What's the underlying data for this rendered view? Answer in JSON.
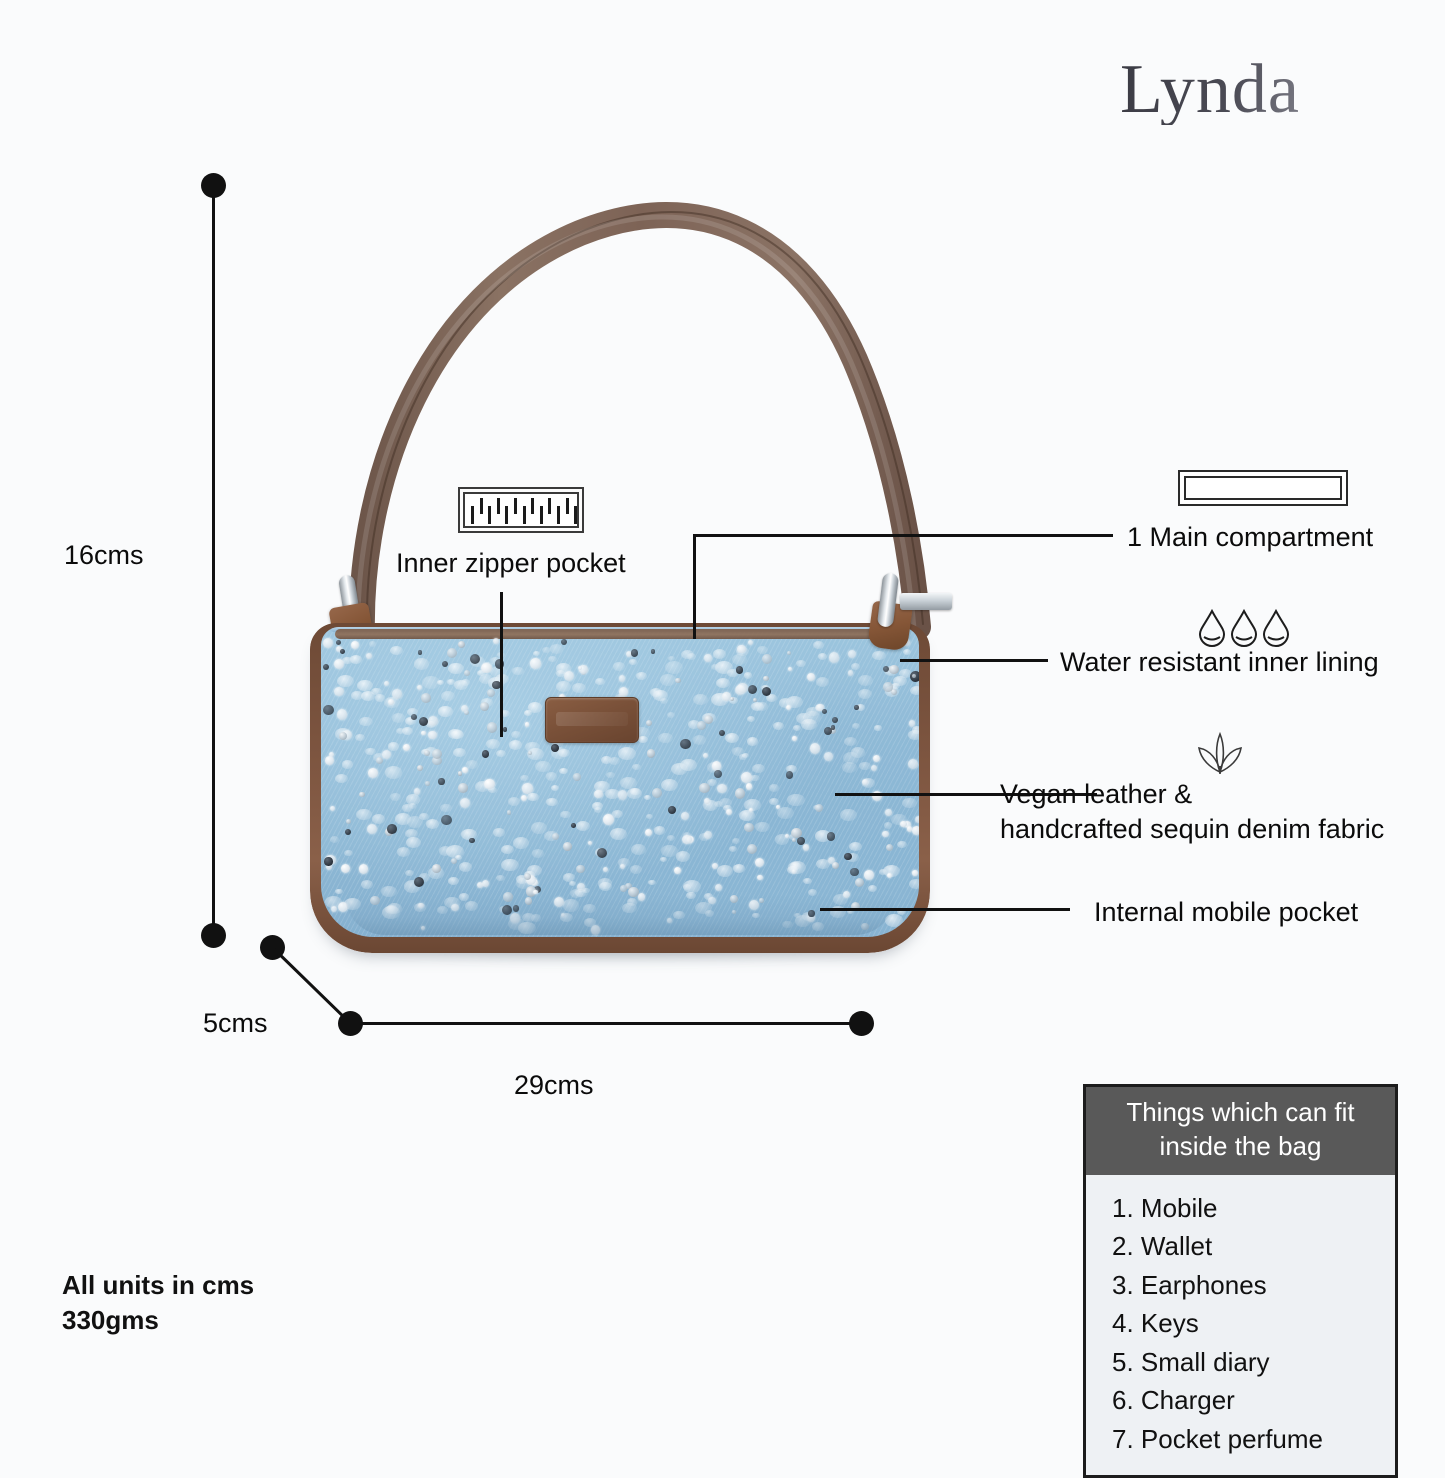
{
  "brand": {
    "name": "Lynda"
  },
  "product": {
    "type": "shoulder-bag",
    "colors": {
      "denim": "#92bcd8",
      "leather_trim": "#7d5540",
      "handle": "#7d6356",
      "hardware": "#cdd4da",
      "background": "#fafbfc"
    }
  },
  "dimensions": {
    "height_label": "16cms",
    "depth_label": "5cms",
    "width_label": "29cms"
  },
  "notes": {
    "units_line": "All units in cms",
    "weight_line": "330gms"
  },
  "features": {
    "inner_zipper_pocket": {
      "label": "Inner zipper pocket",
      "icon": "zipper-icon"
    },
    "main_compartment": {
      "label": "1 Main compartment",
      "icon": "compartment-rectangle-icon"
    },
    "water_resistant": {
      "label": "Water resistant inner lining",
      "icon": "water-droplets-icon"
    },
    "material_line1": "Vegan leather &",
    "material_line2": "handcrafted sequin denim fabric",
    "material_icon": "leaf-icon",
    "mobile_pocket": {
      "label": "Internal mobile pocket"
    }
  },
  "fit_box": {
    "title": "Things which can fit inside the bag",
    "items": [
      "1. Mobile",
      "2. Wallet",
      "3. Earphones",
      "4. Keys",
      "5. Small diary",
      "6. Charger",
      "7. Pocket perfume"
    ]
  }
}
